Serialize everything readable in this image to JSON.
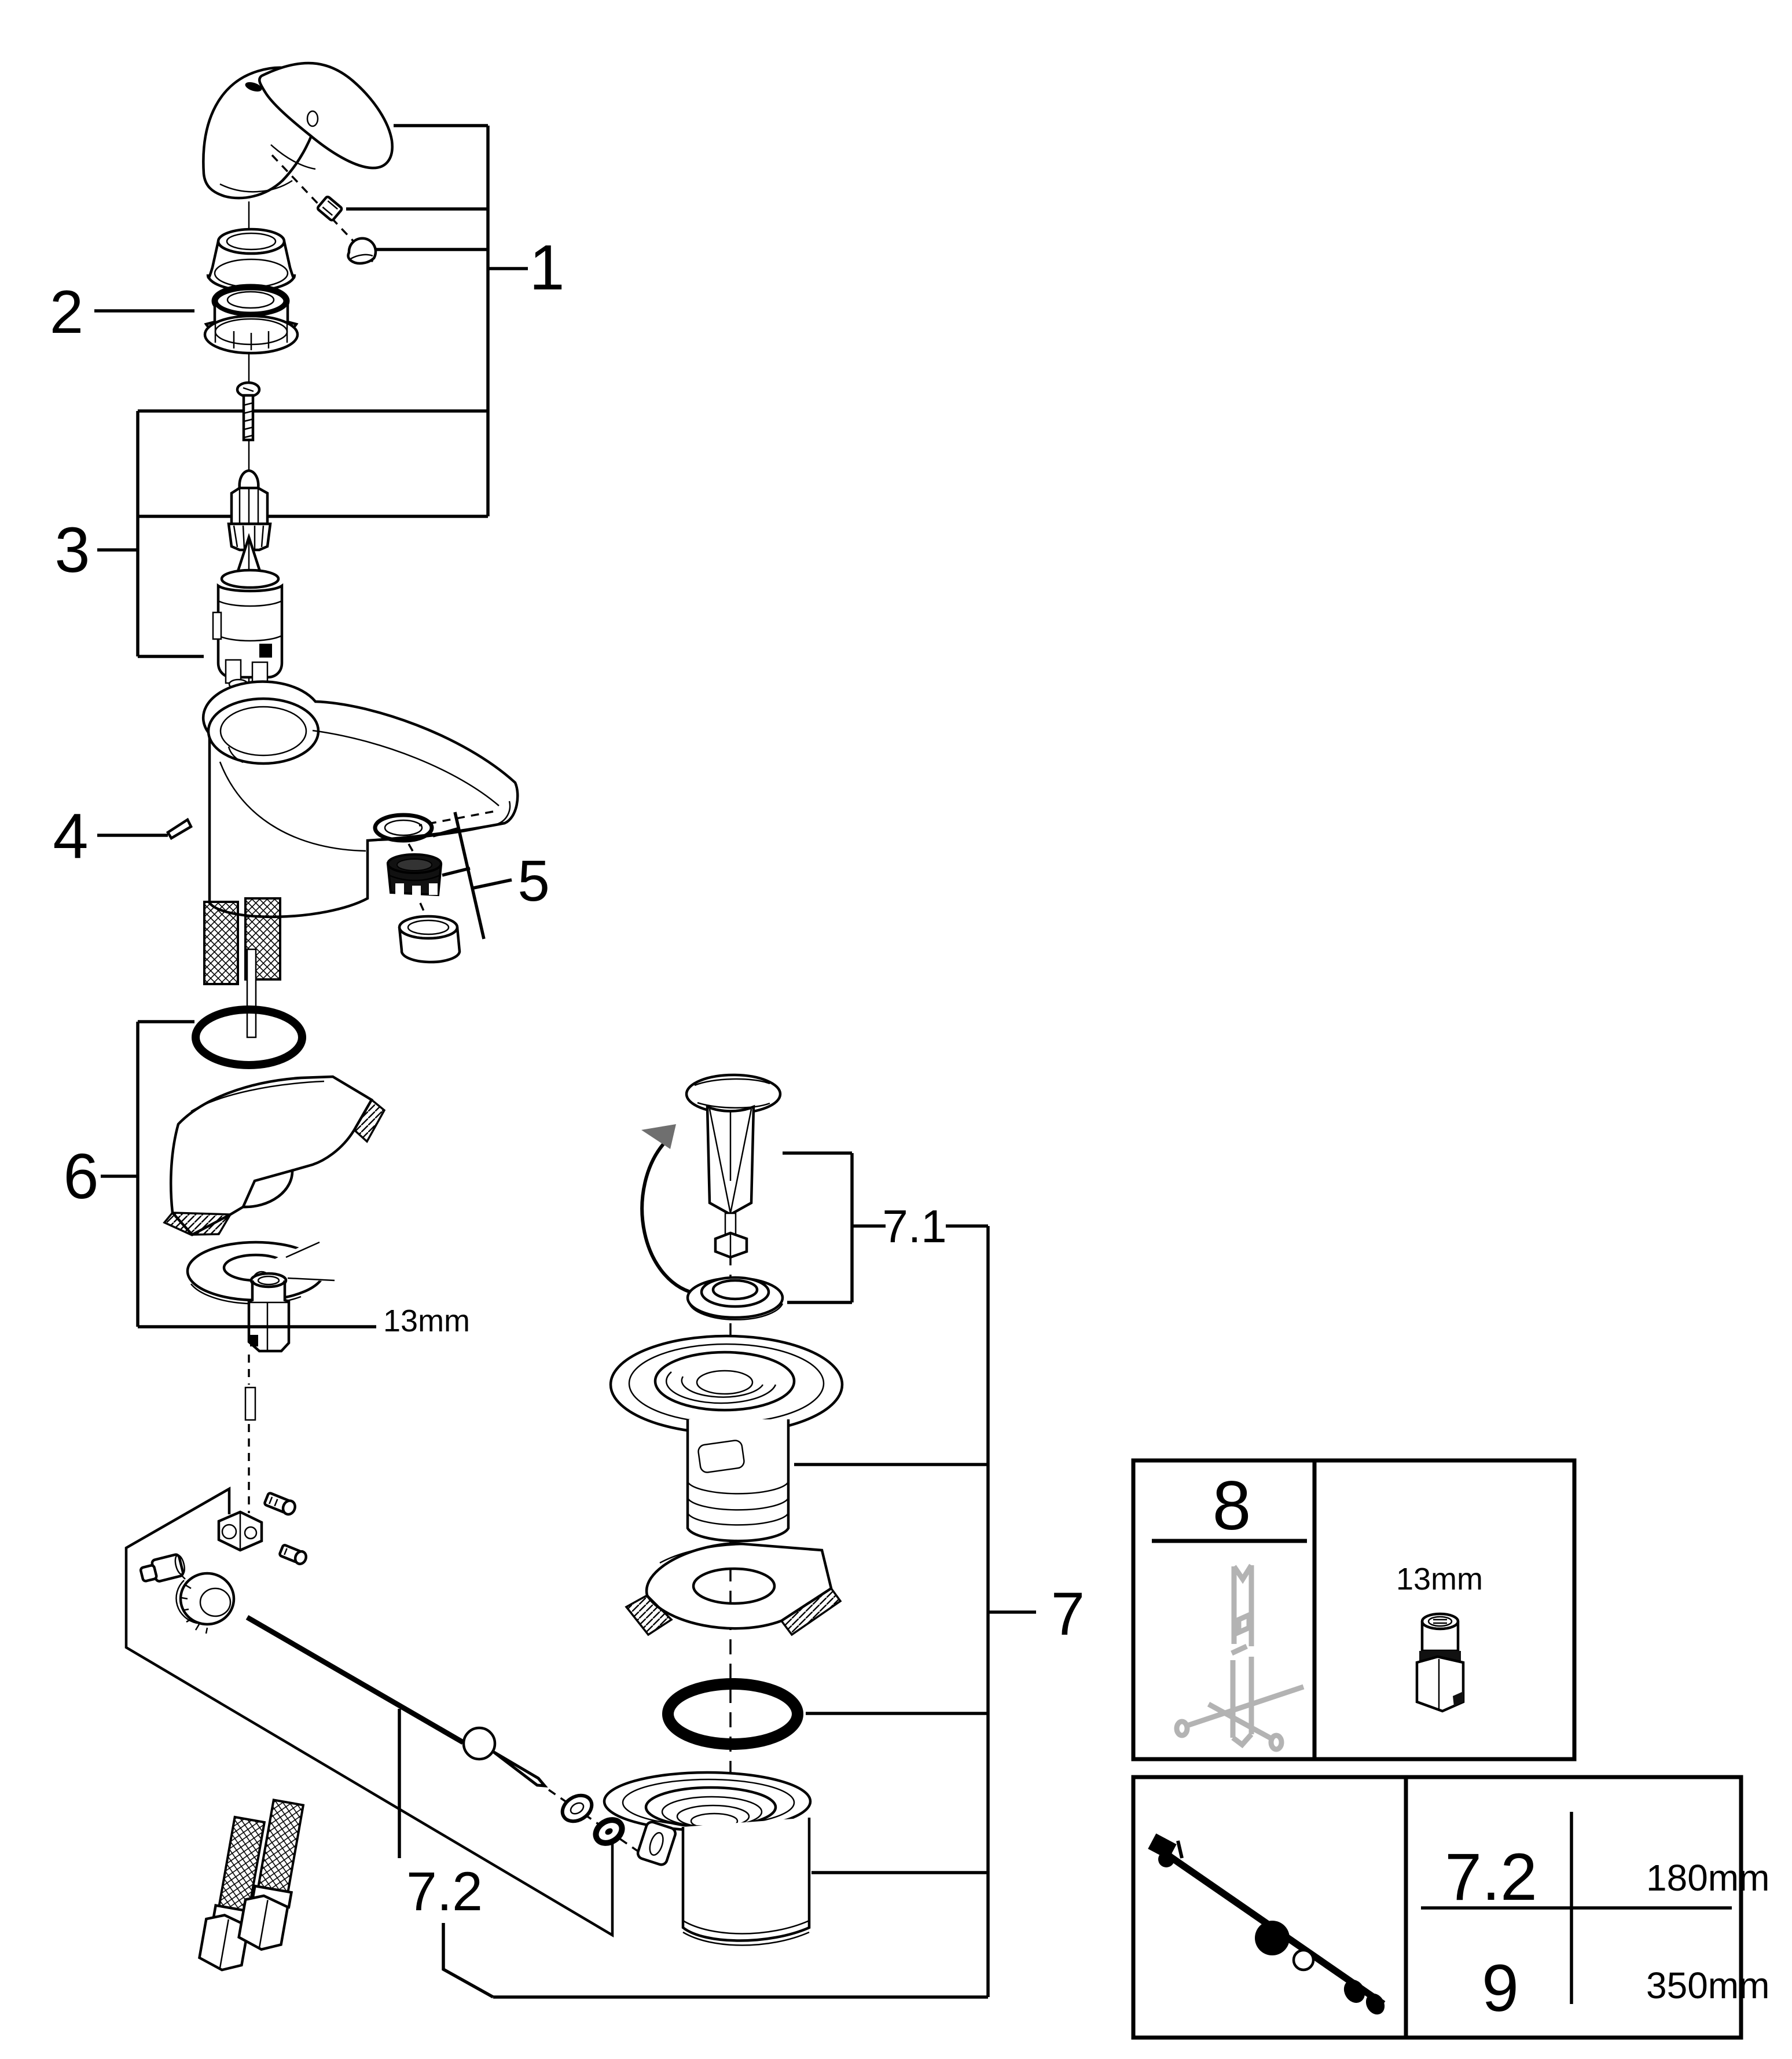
{
  "figure": {
    "kind": "exploded-parts-diagram",
    "subject": "single-lever basin mixer with pop-up waste",
    "background_color": "#ffffff",
    "line_color": "#000000",
    "tool_color": "#b3b3b3"
  },
  "callouts": {
    "p1": "1",
    "p2": "2",
    "p3": "3",
    "p4": "4",
    "p5": "5",
    "p6": "6",
    "p7": "7",
    "p7_1": "7.1",
    "p7_2": "7.2"
  },
  "annotations": {
    "hex_size": "13mm"
  },
  "tool_box": {
    "number": "8",
    "socket_label": "13mm"
  },
  "length_table": {
    "rows": [
      {
        "ref": "7.2",
        "length": "180mm"
      },
      {
        "ref": "9",
        "length": "350mm"
      }
    ]
  }
}
